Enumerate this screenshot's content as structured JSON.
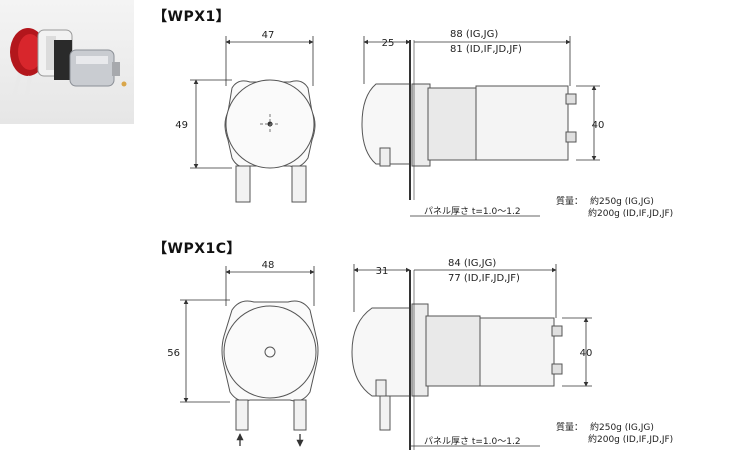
{
  "wpx1": {
    "title": "【WPX1】",
    "dim_width": "47",
    "dim_height": "49",
    "dim_panel_offset": "25",
    "dim_length_ig_jg": "88 (IG,JG)",
    "dim_length_other": "81 (ID,IF,JD,JF)",
    "dim_motor_dia": "40",
    "mass_label": "質量：",
    "mass_ig_jg": "約250g (IG,JG)",
    "mass_other": "約200g (ID,IF,JD,JF)",
    "panel_note": "パネル厚さ  t=1.0～1.2"
  },
  "wpx1c": {
    "title": "【WPX1C】",
    "dim_width": "48",
    "dim_height": "56",
    "dim_panel_offset": "31",
    "dim_length_ig_jg": "84 (IG,JG)",
    "dim_length_other": "77 (ID,IF,JD,JF)",
    "dim_motor_dia": "40",
    "mass_label": "質量：",
    "mass_ig_jg": "約250g (IG,JG)",
    "mass_other": "約200g (ID,IF,JD,JF)",
    "panel_note": "パネル厚さ  t=1.0～1.2"
  }
}
